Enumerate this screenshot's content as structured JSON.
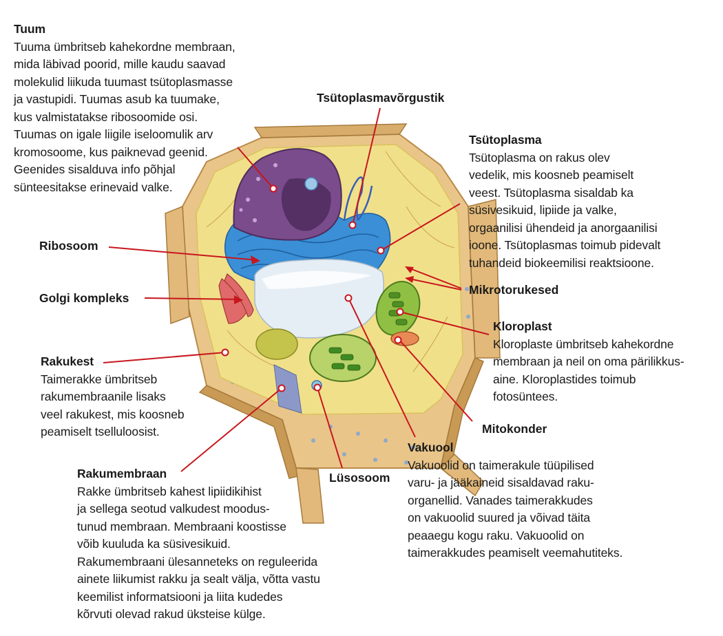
{
  "labels": {
    "tuum": {
      "title": "Tuum",
      "lines": [
        "Tuuma ümbritseb kahekordne membraan,",
        "mida läbivad poorid, mille kaudu saavad",
        "molekulid liikuda tuumast tsütoplasmasse",
        "ja vastupidi. Tuumas asub ka tuumake,",
        "kus valmistatakse ribosoomide osi.",
        "Tuumas on igale liigile iseloomulik arv",
        "kromosoome, kus paiknevad geenid.",
        "Geenides sisalduva info põhjal",
        "sünteesitakse erinevaid valke."
      ]
    },
    "tsytoplasmavorgustik": {
      "title": "Tsütoplasmavõrgustik"
    },
    "tsytoplasma": {
      "title": "Tsütoplasma",
      "lines": [
        "Tsütoplasma on rakus olev",
        "vedelik, mis koosneb peamiselt",
        "veest. Tsütoplasma sisaldab ka",
        "süsivesikuid, lipiide ja valke,",
        "orgaanilisi ühendeid ja anorgaanilisi",
        "ioone. Tsütoplasmas toimub pidevalt",
        "tuhandeid biokeemilisi reaktsioone."
      ]
    },
    "ribosoom": {
      "title": "Ribosoom"
    },
    "golgi": {
      "title": "Golgi kompleks"
    },
    "mikrotorukesed": {
      "title": "Mikrotorukesed"
    },
    "kloroplast": {
      "title": "Kloroplast",
      "lines": [
        "Kloroplaste ümbritseb kahekordne",
        "membraan ja neil on oma pärilikkus-",
        "aine. Kloroplastides toimub",
        "fotosüntees."
      ]
    },
    "rakukest": {
      "title": "Rakukest",
      "lines": [
        "Taimerakke ümbritseb",
        "rakumembraanile lisaks",
        "veel rakukest, mis koosneb",
        "peamiselt tselluloosist."
      ]
    },
    "mitokonder": {
      "title": "Mitokonder"
    },
    "vakuool": {
      "title": "Vakuool",
      "lines": [
        "Vakuoolid on taimerakule tüüpilised",
        "varu- ja jääkaineid sisaldavad raku-",
        "organellid. Vanades taimerakkudes",
        "on vakuoolid suured ja võivad täita",
        "peaaegu kogu raku. Vakuoolid on",
        "taimerakkudes peamiselt veemahutiteks."
      ]
    },
    "lysosoom": {
      "title": "Lüsosoom"
    },
    "rakumembraan": {
      "title": "Rakumembraan",
      "lines": [
        "Rakke ümbritseb kahest lipiidikihist",
        "ja sellega seotud valkudest moodus-",
        "tunud membraan. Membraani koostisse",
        "võib kuuluda ka süsivesikuid.",
        "Rakumembraani ülesanneteks on reguleerida",
        "ainete liikumist rakku ja sealt välja, võtta vastu",
        "keemilist informatsiooni ja liita kudedes",
        "kõrvuti olevad rakud üksteise külge."
      ]
    }
  },
  "colors": {
    "leader": "#c8161d",
    "wall": "#e9c58a",
    "wall_dark": "#c99a55",
    "cytoplasm": "#f1e08a",
    "nucleus": "#7b4c8c",
    "er": "#3a8fd6",
    "vacuole": "#e6eef5",
    "chloroplast": "#8fc043",
    "mitochondrion": "#e88a56",
    "golgi": "#e06a6a"
  }
}
